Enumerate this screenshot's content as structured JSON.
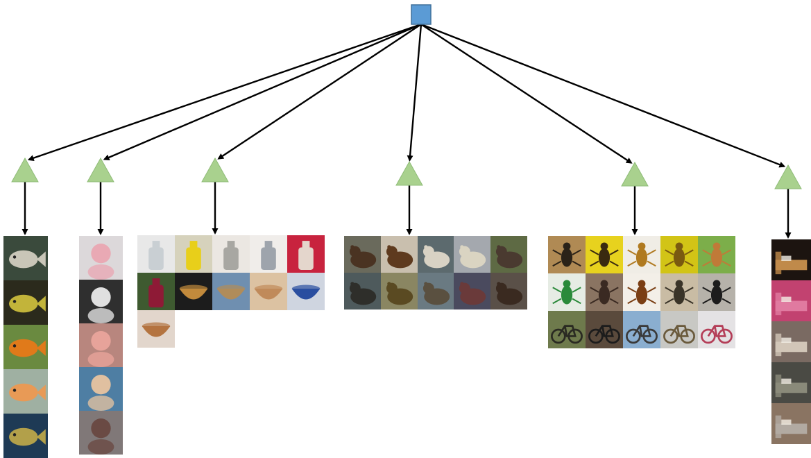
{
  "root": {
    "shape": "square",
    "fill": "#5b9bd5",
    "stroke": "#41719c"
  },
  "branch": {
    "shape": "triangle",
    "fill": "#a9d18e",
    "stroke": "#8fbc78"
  },
  "edge_color": "#000000",
  "clusters": [
    {
      "id": "fish",
      "cols": 1,
      "tiles": [
        {
          "icon": "fish-icon",
          "bg": "#3a4a3c",
          "fg": "#c9c6b8"
        },
        {
          "icon": "fish-icon",
          "bg": "#2b2a1c",
          "fg": "#c2b43a"
        },
        {
          "icon": "fish-icon",
          "bg": "#6a8a40",
          "fg": "#e07a1a"
        },
        {
          "icon": "fish-icon",
          "bg": "#9fb0a2",
          "fg": "#e89a56"
        },
        {
          "icon": "fish-icon",
          "bg": "#1e3a55",
          "fg": "#b2a04a"
        }
      ]
    },
    {
      "id": "baby",
      "cols": 1,
      "tiles": [
        {
          "icon": "baby-icon",
          "bg": "#dcd8da",
          "fg": "#e9a9b4"
        },
        {
          "icon": "baby-icon",
          "bg": "#2f2f2f",
          "fg": "#e0e0e0"
        },
        {
          "icon": "baby-icon",
          "bg": "#b8867e",
          "fg": "#e7a39a"
        },
        {
          "icon": "baby-icon",
          "bg": "#4e7ea3",
          "fg": "#e0c0a0"
        },
        {
          "icon": "baby-icon",
          "bg": "#807878",
          "fg": "#6a4a44"
        }
      ]
    },
    {
      "id": "container",
      "cols": 5,
      "tiles": [
        {
          "icon": "bottle-icon",
          "bg": "#e8e8e8",
          "fg": "#c9cfd3"
        },
        {
          "icon": "bottle-icon",
          "bg": "#d6d2bc",
          "fg": "#e8cf1a"
        },
        {
          "icon": "bottle-icon",
          "bg": "#ebe7e2",
          "fg": "#a8a7a2"
        },
        {
          "icon": "bottle-icon",
          "bg": "#f0edea",
          "fg": "#9ea4ac"
        },
        {
          "icon": "bottle-icon",
          "bg": "#c8233e",
          "fg": "#e4d6cc"
        },
        {
          "icon": "bottle-icon",
          "bg": "#3e5a30",
          "fg": "#8e1a36"
        },
        {
          "icon": "bowl-icon",
          "bg": "#1c1c1c",
          "fg": "#c28a3c"
        },
        {
          "icon": "bowl-icon",
          "bg": "#6f8fb0",
          "fg": "#b08c5a"
        },
        {
          "icon": "bowl-icon",
          "bg": "#dcc2a2",
          "fg": "#c08a5a"
        },
        {
          "icon": "bowl-icon",
          "bg": "#cfd5e0",
          "fg": "#2a4ea0"
        },
        {
          "icon": "bowl-icon",
          "bg": "#e2d6cc",
          "fg": "#b47440"
        }
      ]
    },
    {
      "id": "bear",
      "cols": 5,
      "tiles": [
        {
          "icon": "bear-icon",
          "bg": "#6a6a5c",
          "fg": "#4a3322"
        },
        {
          "icon": "bear-icon",
          "bg": "#c9bfae",
          "fg": "#5e3a1e"
        },
        {
          "icon": "bear-icon",
          "bg": "#5c6a6e",
          "fg": "#d8d2c4"
        },
        {
          "icon": "bear-icon",
          "bg": "#a4a8ae",
          "fg": "#dad4c2"
        },
        {
          "icon": "bear-icon",
          "bg": "#5e6a44",
          "fg": "#4a3a30"
        },
        {
          "icon": "bear-icon",
          "bg": "#4e5a5c",
          "fg": "#2e2e2a"
        },
        {
          "icon": "bear-icon",
          "bg": "#8a8662",
          "fg": "#5a4a22"
        },
        {
          "icon": "bear-icon",
          "bg": "#6a7a82",
          "fg": "#5a5040"
        },
        {
          "icon": "bear-icon",
          "bg": "#4a4a5e",
          "fg": "#6a3a3a"
        },
        {
          "icon": "bear-icon",
          "bg": "#5a5048",
          "fg": "#3a2a20"
        }
      ]
    },
    {
      "id": "insect",
      "cols": 5,
      "tiles": [
        {
          "icon": "insect-icon",
          "bg": "#b08a54",
          "fg": "#2a2218"
        },
        {
          "icon": "insect-icon",
          "bg": "#e7d21e",
          "fg": "#3a2a10"
        },
        {
          "icon": "insect-icon",
          "bg": "#f0ede6",
          "fg": "#b07a20"
        },
        {
          "icon": "insect-icon",
          "bg": "#d2c416",
          "fg": "#7a5a10"
        },
        {
          "icon": "insect-icon",
          "bg": "#7cae4a",
          "fg": "#c07a38"
        },
        {
          "icon": "insect-icon",
          "bg": "#e6ece4",
          "fg": "#2a8a3a"
        },
        {
          "icon": "insect-icon",
          "bg": "#8a7462",
          "fg": "#3a2a22"
        },
        {
          "icon": "insect-icon",
          "bg": "#f3efe8",
          "fg": "#7a3e14"
        },
        {
          "icon": "insect-icon",
          "bg": "#c9bca4",
          "fg": "#3a3428"
        },
        {
          "icon": "insect-icon",
          "bg": "#b6b2aa",
          "fg": "#1c1c1c"
        },
        {
          "icon": "bicycle-icon",
          "bg": "#6e7a4c",
          "fg": "#2a2a22"
        },
        {
          "icon": "bicycle-icon",
          "bg": "#5a4a3c",
          "fg": "#1c1c1c"
        },
        {
          "icon": "bicycle-icon",
          "bg": "#8aaed0",
          "fg": "#3a3a3a"
        },
        {
          "icon": "bicycle-icon",
          "bg": "#c8c8c4",
          "fg": "#6a5a3c"
        },
        {
          "icon": "bicycle-icon",
          "bg": "#e4e2e4",
          "fg": "#b43e58"
        }
      ]
    },
    {
      "id": "furniture",
      "cols": 1,
      "tiles": [
        {
          "icon": "bed-icon",
          "bg": "#1c1410",
          "fg": "#c08a4a"
        },
        {
          "icon": "bed-icon",
          "bg": "#c24270",
          "fg": "#e07aa0"
        },
        {
          "icon": "bed-icon",
          "bg": "#7a6a62",
          "fg": "#d2c6b8"
        },
        {
          "icon": "bed-icon",
          "bg": "#4a4a44",
          "fg": "#8a8a7a"
        },
        {
          "icon": "bed-icon",
          "bg": "#8a7462",
          "fg": "#b2aaa2"
        }
      ]
    }
  ]
}
